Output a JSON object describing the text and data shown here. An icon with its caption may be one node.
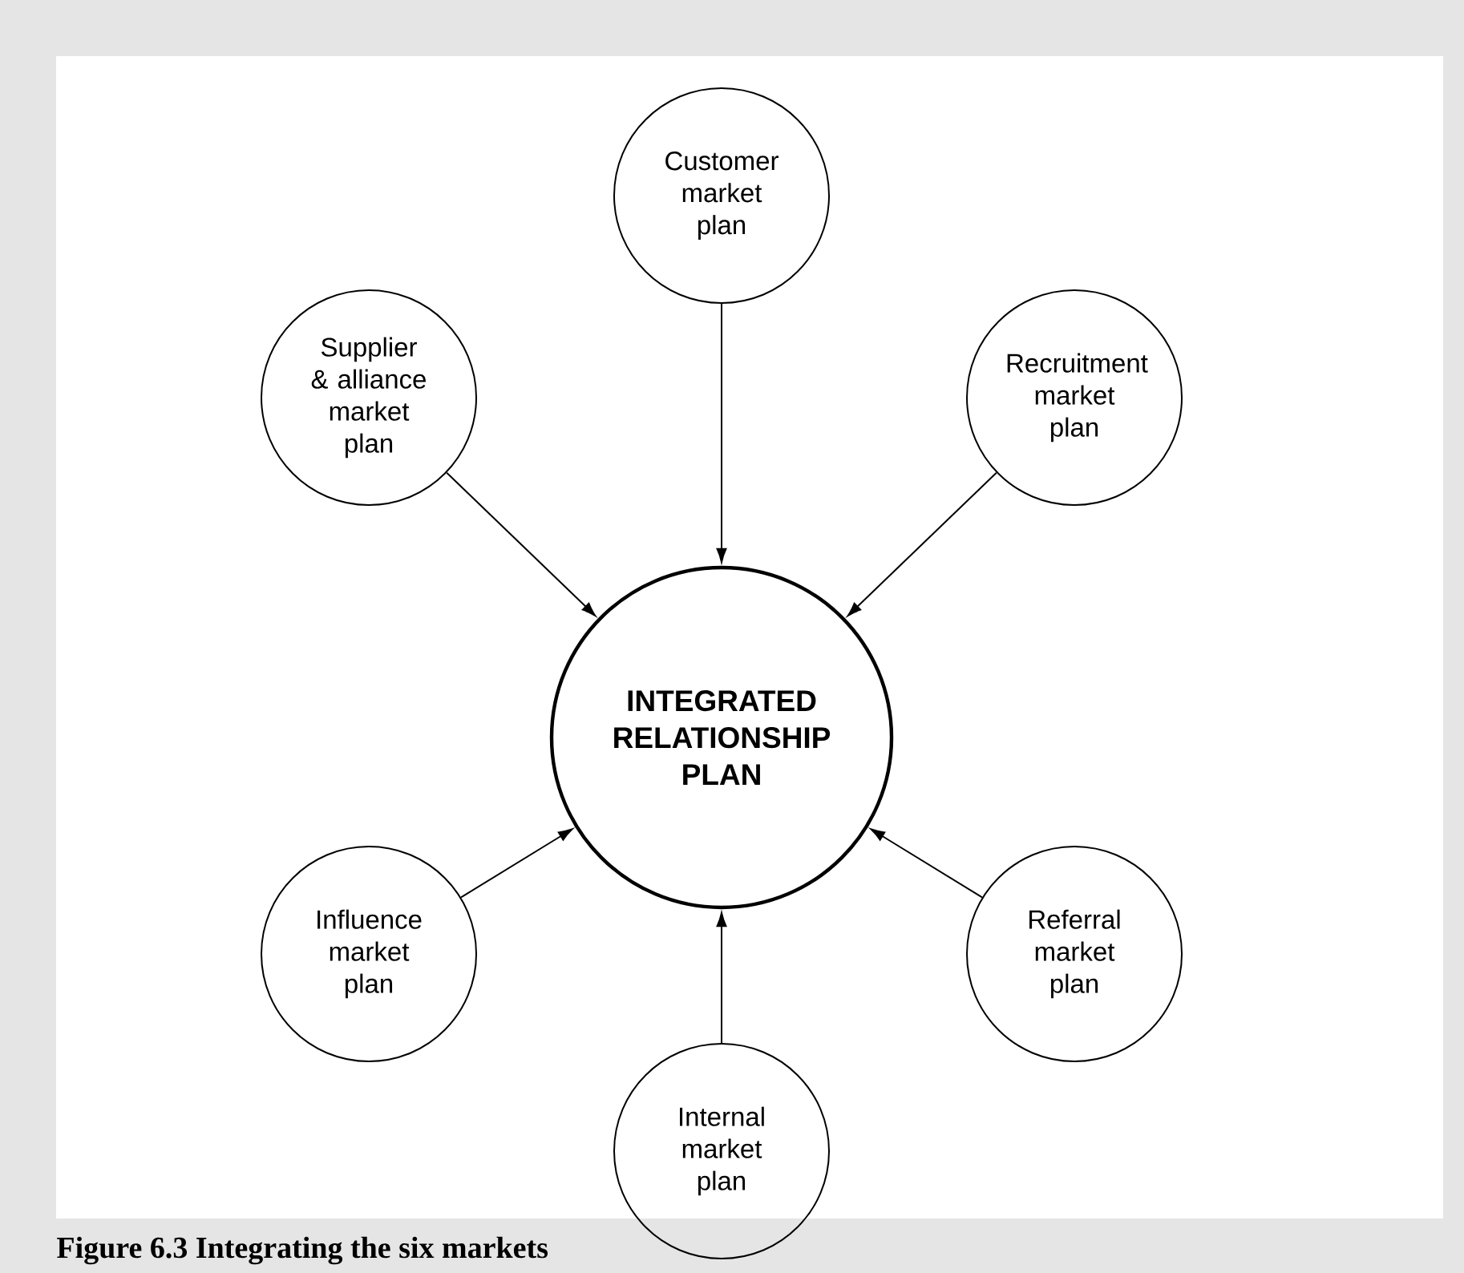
{
  "diagram": {
    "caption": "Figure 6.3 Integrating the six markets",
    "nodes": [
      {
        "text": [
          "Customer market plan"
        ]
      },
      {
        "text": [
          "Supplier & alliance market plan"
        ]
      },
      {
        "text": [
          "Recruitment market plan"
        ]
      },
      {
        "text": [
          "INTEGRATED RELATIONSHIP PLAN"
        ]
      },
      {
        "text": [
          "Influence market plan"
        ]
      },
      {
        "text": [
          "Referral market plan"
        ]
      },
      {
        "text": [
          "Internal market plan"
        ]
      }
    ],
    "edges": [
      {
        "from": 0,
        "to": 3,
        "arrow": "to"
      },
      {
        "from": 1,
        "to": 3,
        "arrow": "to"
      },
      {
        "from": 2,
        "to": 3,
        "arrow": "to"
      },
      {
        "from": 4,
        "to": 3,
        "arrow": "to"
      },
      {
        "from": 5,
        "to": 3,
        "arrow": "to"
      },
      {
        "from": 6,
        "to": 3,
        "arrow": "to"
      }
    ]
  }
}
